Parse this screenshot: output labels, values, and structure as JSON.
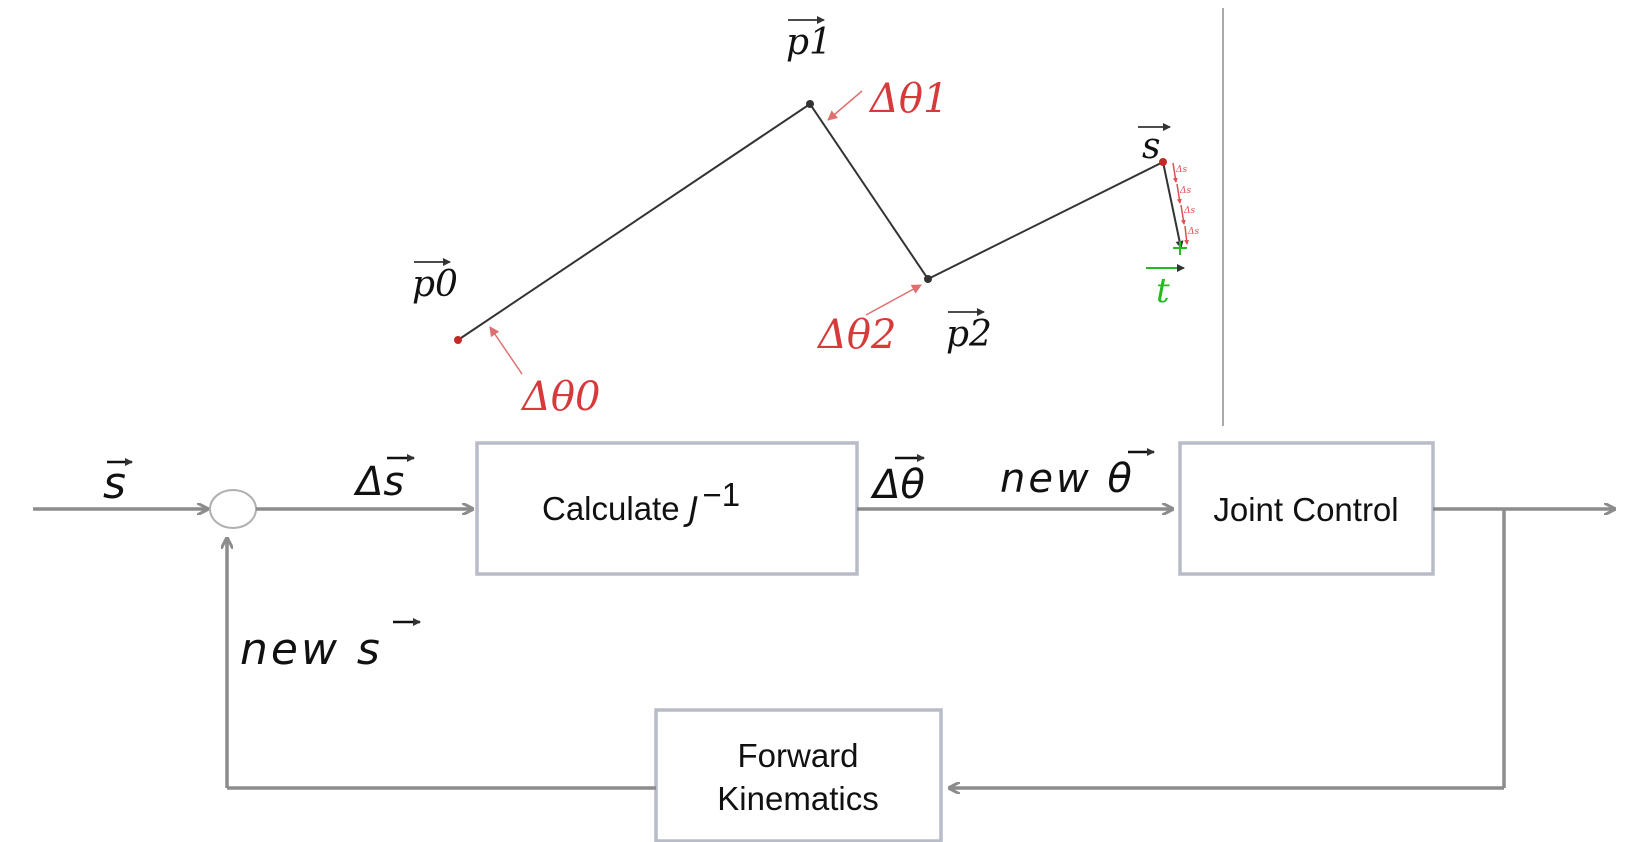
{
  "arm_diagram": {
    "points": {
      "p0": "p0",
      "p1": "p1",
      "p2": "p2",
      "s": "s",
      "t": "t"
    },
    "angles": {
      "d0": "Δθ0",
      "d1": "Δθ1",
      "d2": "Δθ2"
    },
    "step_labels": [
      "Δs",
      "Δs",
      "Δs",
      "Δs"
    ],
    "colors": {
      "link": "#333333",
      "angle": "#d63a3a",
      "target": "#22bb22"
    }
  },
  "block_diagram": {
    "input_label": "s",
    "delta_s_label": "Δs",
    "delta_theta_label": "Δθ",
    "new_theta_label": "new θ",
    "new_s_label": "new s",
    "calc_box": {
      "text": "Calculate ",
      "matrix": "J",
      "exponent": "−1"
    },
    "joint_box": "Joint Control",
    "fk_box": {
      "line1": "Forward",
      "line2": "Kinematics"
    },
    "colors": {
      "arrow": "#8c8c8c",
      "box_border": "#b8bcc8"
    }
  }
}
